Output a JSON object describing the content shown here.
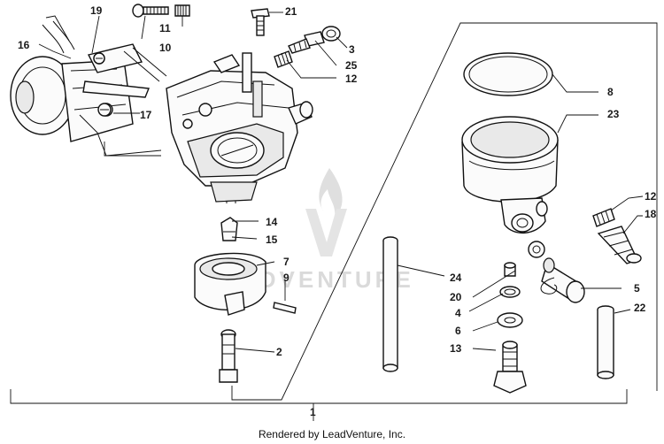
{
  "callouts": {
    "c1": "1",
    "c2": "2",
    "c3": "3",
    "c4": "4",
    "c5": "5",
    "c6": "6",
    "c7": "7",
    "c8": "8",
    "c9": "9",
    "c10": "10",
    "c11": "11",
    "c12a": "12",
    "c12b": "12",
    "c13": "13",
    "c14": "14",
    "c15": "15",
    "c16": "16",
    "c17": "17",
    "c18": "18",
    "c19": "19",
    "c20": "20",
    "c21": "21",
    "c22": "22",
    "c23": "23",
    "c24": "24",
    "c25": "25"
  },
  "watermark": {
    "text": "ADVENTURE"
  },
  "footer": {
    "credit": "Rendered by LeadVenture, Inc."
  },
  "colors": {
    "line": "#111111",
    "watermark": "#d7d7d7",
    "background": "#ffffff"
  }
}
